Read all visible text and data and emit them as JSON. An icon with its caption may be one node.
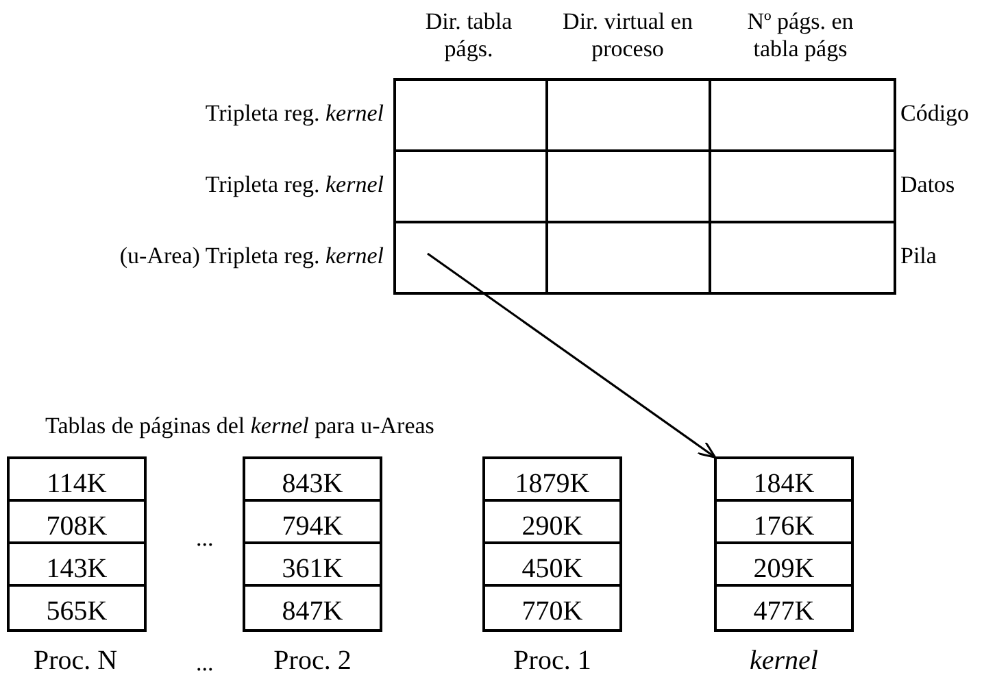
{
  "diagram": {
    "nodes": [
      {
        "text": [],
        "shape": "box"
      },
      {
        "text": [
          "114K",
          "708K",
          "143K",
          "565K"
        ],
        "beside": [
          "Proc. N"
        ]
      },
      {
        "text": [
          "843K",
          "794K",
          "361K",
          "847K"
        ],
        "beside": [
          "Proc. 2"
        ]
      },
      {
        "text": [
          "1879K",
          "290K",
          "450K",
          "770K"
        ],
        "beside": [
          "Proc. 1"
        ]
      },
      {
        "text": [
          "184K",
          "176K",
          "209K",
          "477K"
        ],
        "beside": [
          "kernel"
        ]
      }
    ],
    "edges": [
      {
        "from": 0,
        "to": 4,
        "arrow": "to"
      }
    ],
    "labels": [
      "Dir. tabla págs.",
      "Dir. virtual en proceso",
      "Nº págs. en tabla págs",
      "Tripleta reg. *kernel*",
      "Código",
      "Tripleta reg. *kernel*",
      "Datos",
      "(u-Area) Tripleta reg. *kernel*",
      "Pila",
      "Tablas de páginas del *kernel* para u-Areas",
      "...",
      "..."
    ]
  }
}
